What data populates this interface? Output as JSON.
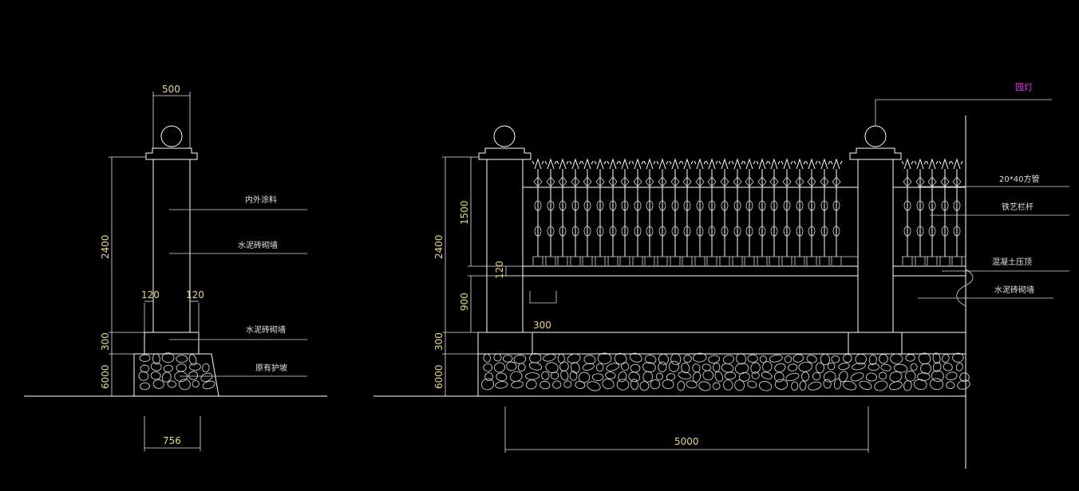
{
  "colors": {
    "background": "#000000",
    "line": "#ffffff",
    "dimension_text": "#e8d97a",
    "label_text": "#e0e0e0",
    "callout_text": "#e040e0"
  },
  "side_section": {
    "dims": {
      "top_width": "500",
      "height": "2400",
      "wall_left": "120",
      "wall_right": "120",
      "base": "300",
      "foundation": "6000",
      "bottom_width": "756"
    },
    "labels": {
      "coating": "内外涂料",
      "brick_wall_upper": "水泥砖砌墙",
      "brick_wall_lower": "水泥砖砌墙",
      "slope": "原有护坡"
    }
  },
  "elevation": {
    "dims": {
      "height": "2400",
      "upper": "1500",
      "rail": "120",
      "lower": "900",
      "gap": "300",
      "base": "300",
      "foundation": "6000",
      "span": "5000"
    },
    "labels": {
      "lamp": "园灯",
      "square_tube": "20*40方管",
      "iron_rail": "铁艺栏杆",
      "concrete_cap": "混凝土压顶",
      "brick_wall": "水泥砖砌墙"
    }
  }
}
